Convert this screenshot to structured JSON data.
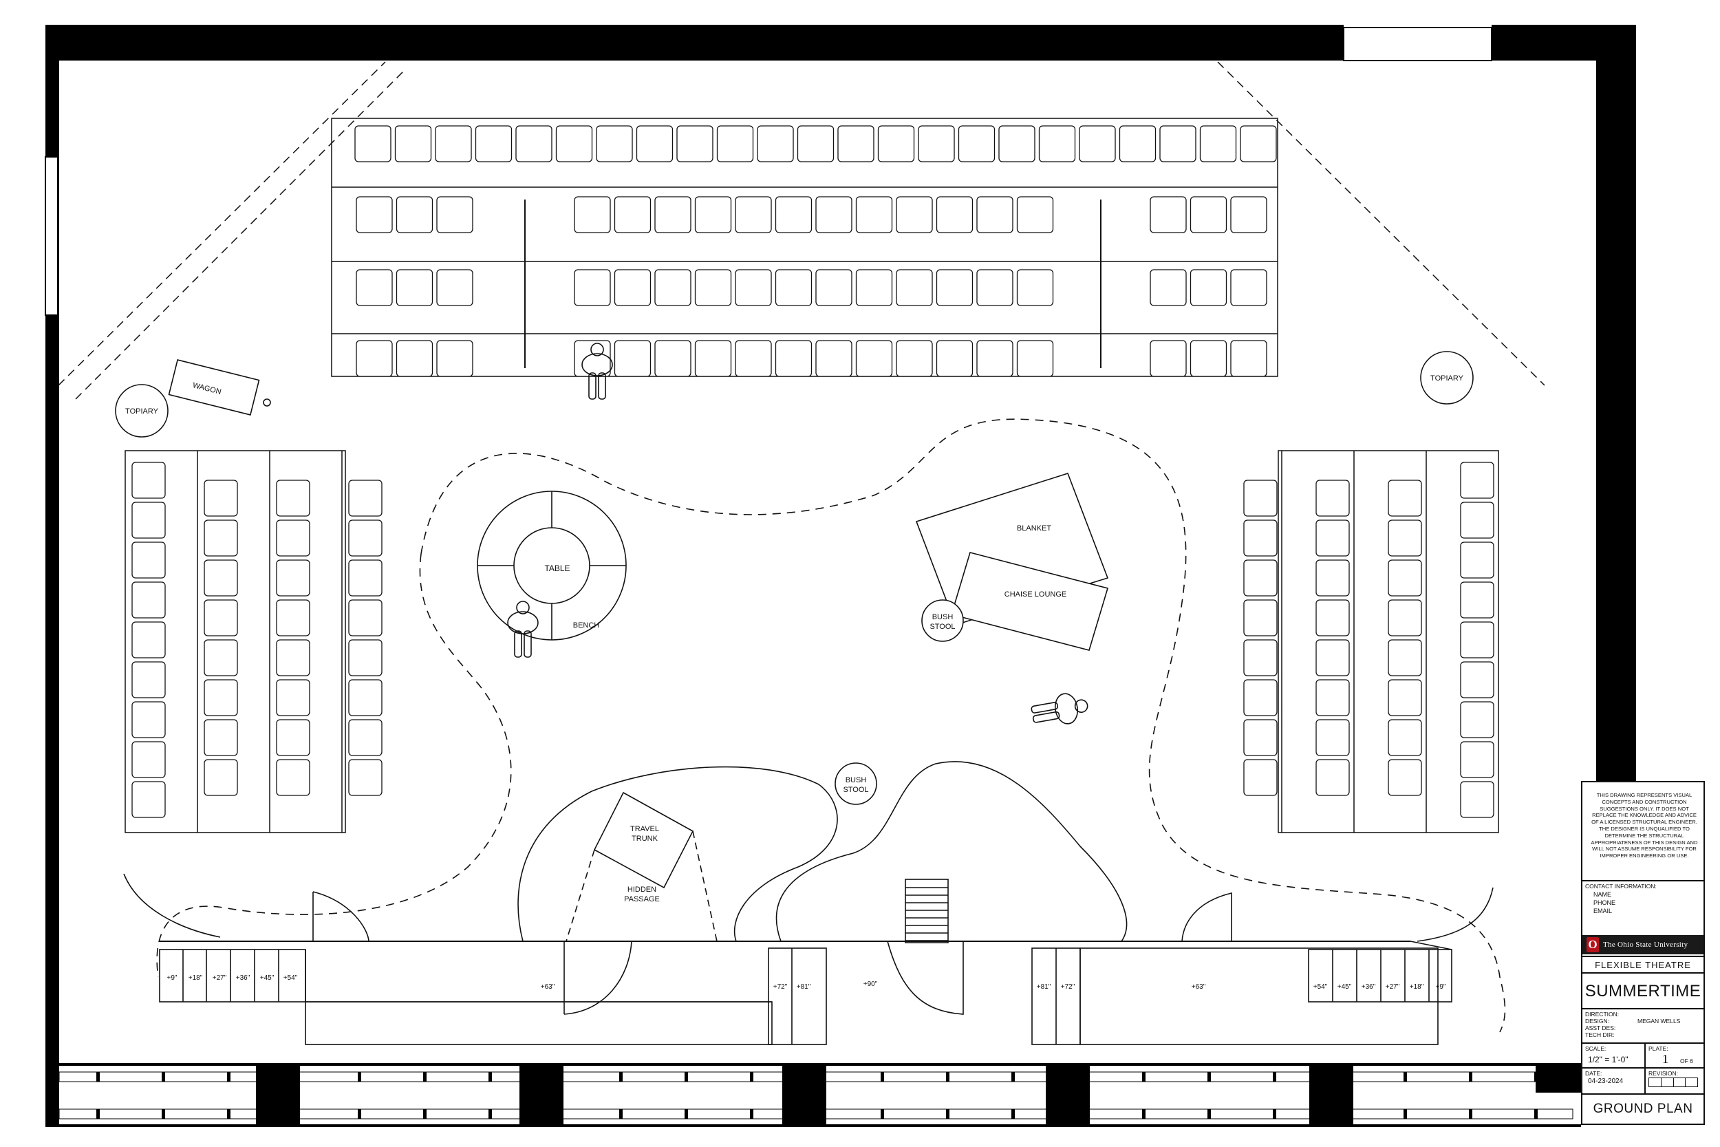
{
  "plan": {
    "props": {
      "wagon": "WAGON",
      "topiary": "TOPIARY",
      "table": "TABLE",
      "bench": "BENCH",
      "blanket": "BLANKET",
      "chaise_lounge": "CHAISE LOUNGE",
      "bush_stool": [
        "BUSH",
        "STOOL"
      ],
      "travel_trunk": [
        "TRAVEL",
        "TRUNK"
      ],
      "hidden_passage": [
        "HIDDEN",
        "PASSAGE"
      ]
    },
    "elevations": {
      "left_steps": [
        "+9\"",
        "+18\"",
        "+27\"",
        "+36\"",
        "+45\"",
        "+54\""
      ],
      "right_steps": [
        "+54\"",
        "+45\"",
        "+36\"",
        "+27\"",
        "+18\"",
        "+9\""
      ],
      "platform_left": "+63\"",
      "platform_right": "+63\"",
      "tower_left": [
        "+72\"",
        "+81\""
      ],
      "center": "+90\"",
      "tower_right": [
        "+81\"",
        "+72\""
      ]
    }
  },
  "title_block": {
    "disclaimer": "THIS DRAWING REPRESENTS VISUAL CONCEPTS AND CONSTRUCTION SUGGESTIONS ONLY. IT DOES NOT REPLACE THE KNOWLEDGE AND ADVICE OF A LICENSED STRUCTURAL ENGINEER. THE DESIGNER IS UNQUALIFIED TO DETERMINE THE STRUCTURAL APPROPRIATENESS OF THIS DESIGN AND WILL NOT ASSUME RESPONSIBILITY FOR IMPROPER ENGINEERING OR USE.",
    "contact_heading": "CONTACT INFORMATION:",
    "contact_fields": [
      "NAME",
      "PHONE",
      "EMAIL"
    ],
    "university": "The Ohio State University",
    "logo_letter": "O",
    "venue": "FLEXIBLE THEATRE",
    "show": "SUMMERTIME",
    "credits": {
      "direction_label": "DIRECTION:",
      "design_label": "DESIGN:",
      "design_value": "MEGAN WELLS",
      "asst_des_label": "ASST DES:",
      "tech_dir_label": "TECH DIR:"
    },
    "scale_label": "SCALE:",
    "scale_value": "1/2\" = 1'-0\"",
    "plate_label": "PLATE:",
    "plate_value": "1",
    "plate_of": "OF 6",
    "date_label": "DATE:",
    "date_value": "04-23-2024",
    "revision_label": "REVISION:",
    "plate_title": "GROUND PLAN"
  },
  "colors": {
    "ink": "#111111",
    "wall": "#000000",
    "brand_red": "#b5121b",
    "brand_bar": "#1a1a1a"
  }
}
